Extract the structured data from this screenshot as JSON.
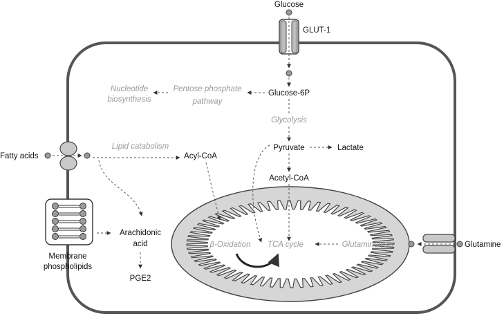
{
  "labels": {
    "glucose": "Glucose",
    "glut1": "GLUT-1",
    "glucose_6p": "Glucose-6P",
    "pentose_line1": "Pentose phosphate",
    "pentose_line2": "pathway",
    "nucleotide_line1": "Nucleotide",
    "nucleotide_line2": "biosynthesis",
    "glycolysis": "Glycolysis",
    "fatty_acids": "Fatty acids",
    "lipid_catabolism": "Lipid catabolism",
    "acyl_coa": "Acyl-CoA",
    "pyruvate": "Pyruvate",
    "lactate": "Lactate",
    "acetyl_coa": "Acetyl-CoA",
    "arachidonic_line1": "Arachidonic",
    "arachidonic_line2": "acid",
    "membrane_line1": "Membrane",
    "membrane_line2": "phospholipids",
    "pge2": "PGE2",
    "beta_oxidation": "β-Oxidation",
    "tca_cycle": "TCA cycle",
    "glutaminolysis": "Glutaminolysis",
    "glutamine": "Glutamine"
  },
  "colors": {
    "membrane": "#555555",
    "mitochondrion_fill": "#d6d6d6",
    "transporter": "#c9c9c9",
    "process_text": "#9a9a9a"
  }
}
